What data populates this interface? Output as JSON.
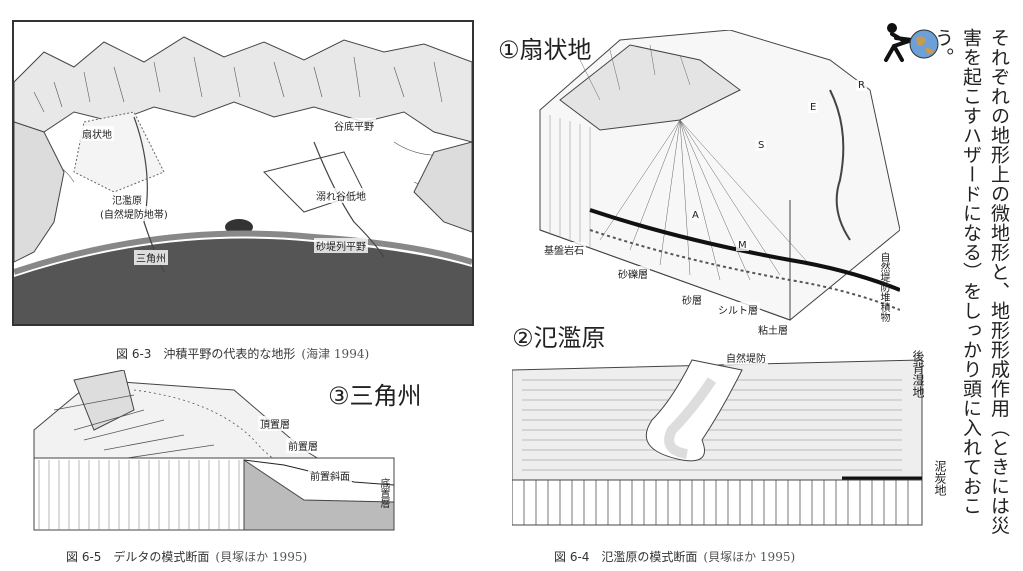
{
  "fig63": {
    "caption": "図 6-3　沖積平野の代表的な地形",
    "source": "(海津 1994)",
    "labels": {
      "fan": "扇状地",
      "valley_plain": "谷底平野",
      "floodplain": "氾濫原",
      "levee_zone": "(自然堤防地帯)",
      "drowned_valley": "溺れ谷低地",
      "delta": "三角州",
      "beach_ridge": "砂堤列平野"
    }
  },
  "fig65": {
    "caption": "図 6-5　デルタの模式断面",
    "source": "(貝塚ほか 1995)",
    "labels": {
      "topset": "頂置層",
      "foreset": "前置層",
      "foreset_slope": "前置斜面",
      "bottomset": "底置層"
    }
  },
  "fig64": {
    "caption": "図 6-4　氾濫原の模式断面",
    "source": "(貝塚ほか 1995)",
    "labels": {
      "natural_levee": "自然堤防",
      "backmarsh": "後背湿地",
      "peat": "泥炭地"
    }
  },
  "fan_block": {
    "labels": {
      "bedrock": "基盤岩石",
      "gravel": "砂礫層",
      "sand": "砂層",
      "silt": "シルト層",
      "clay": "粘土層",
      "levee_deposit": "自然堤防堆積物",
      "r": "R",
      "s": "S",
      "m": "M",
      "a": "A",
      "e": "E"
    }
  },
  "headings": {
    "fan": "①扇状地",
    "floodplain": "②氾濫原",
    "delta": "③三角州"
  },
  "note": "それぞれの地形上の微地形と、地形形成作用（ときには災害を起こすハザードになる）をしっかり頭に入れておこう。",
  "icon": "person-pushing-globe-icon"
}
